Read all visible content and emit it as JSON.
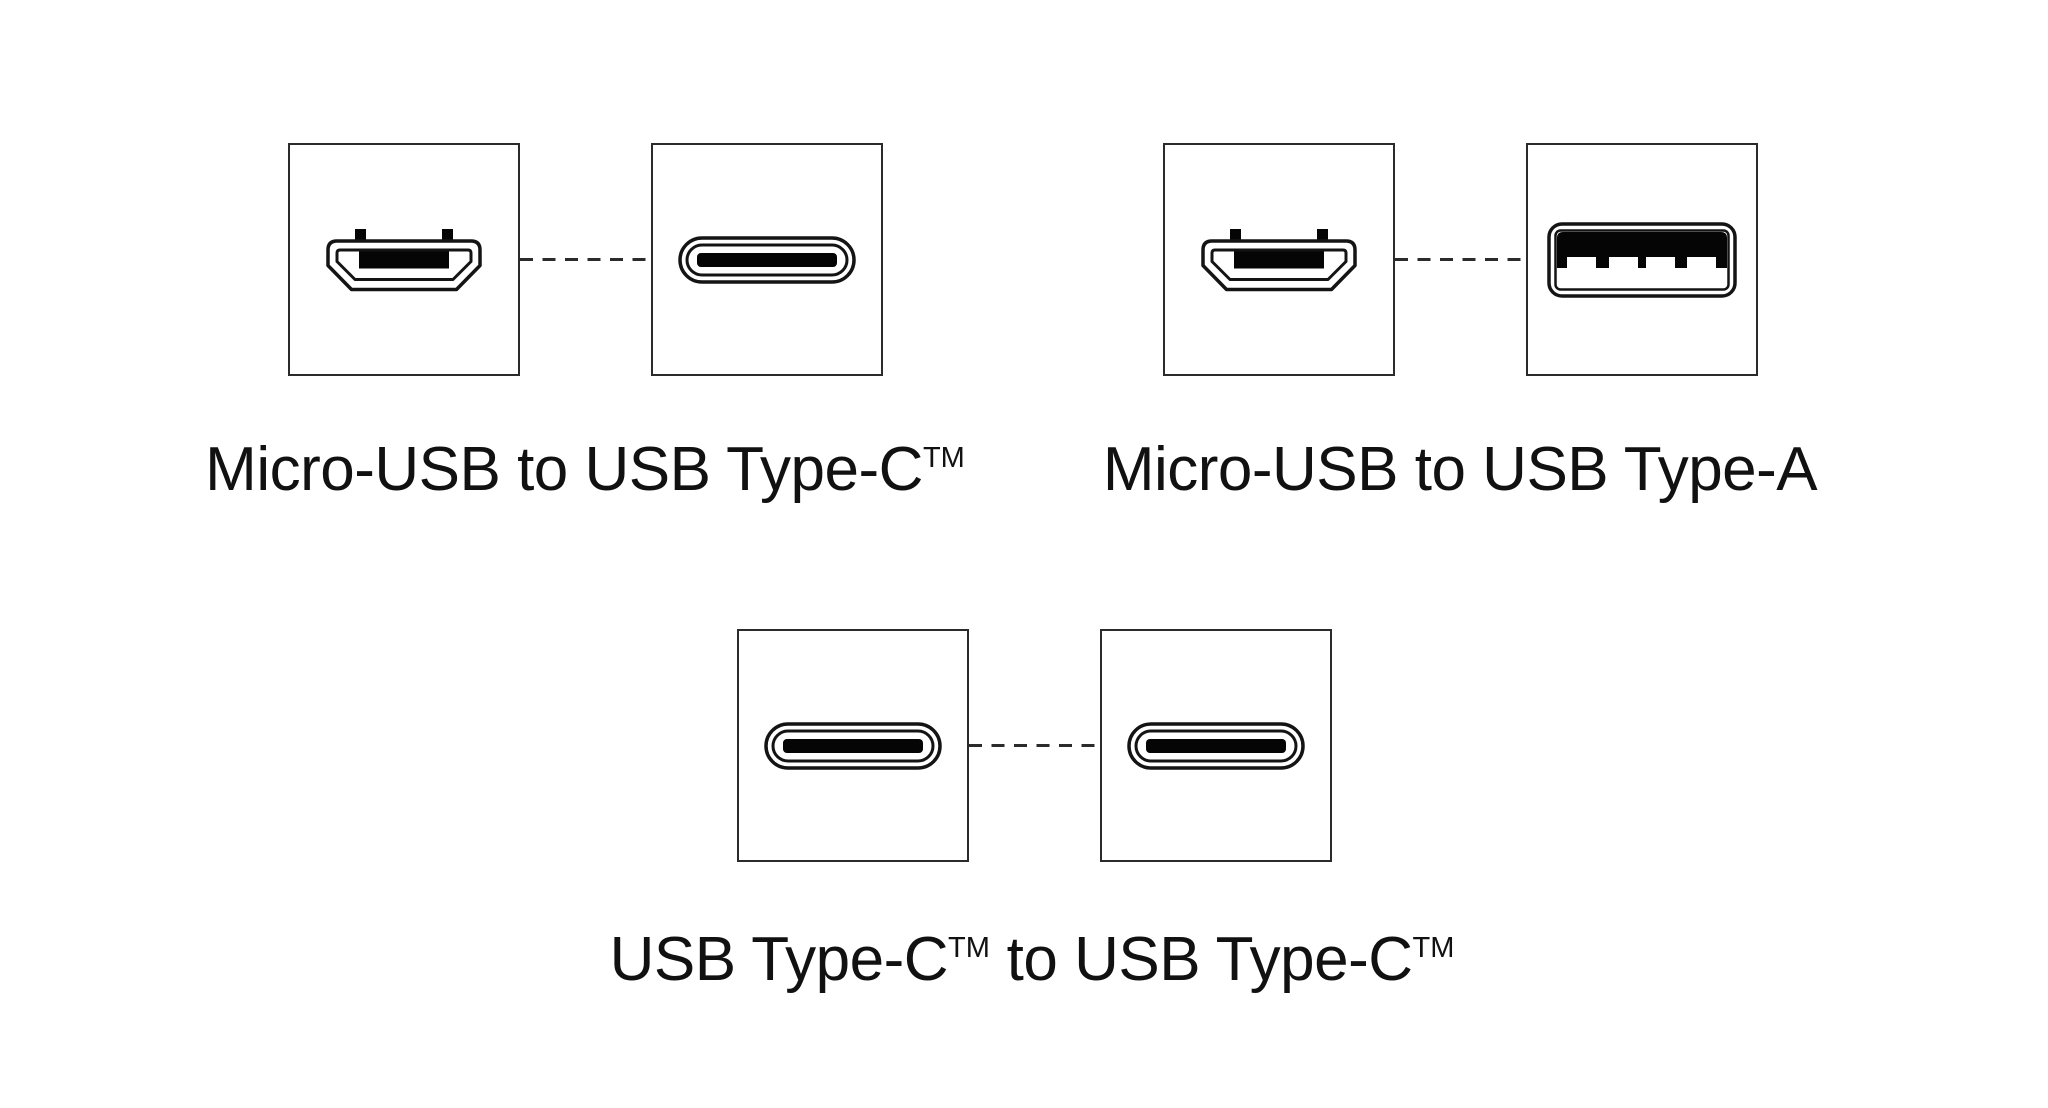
{
  "diagram": {
    "description": "USB cable connector type pairs",
    "colors": {
      "background": "#ffffff",
      "box_border": "#2b2b2b",
      "icon_stroke": "#141414",
      "icon_fill": "#050505",
      "dashed_line": "#2b2b2b",
      "text": "#111111"
    },
    "pairs": [
      {
        "id": "micro-usb-to-usb-type-c",
        "left_connector": "micro-usb",
        "right_connector": "usb-type-c",
        "label": {
          "text": "Micro-USB to USB Type-C",
          "trademark": "TM"
        }
      },
      {
        "id": "micro-usb-to-usb-type-a",
        "left_connector": "micro-usb",
        "right_connector": "usb-type-a",
        "label": {
          "text": "Micro-USB to USB Type-A"
        }
      },
      {
        "id": "usb-type-c-to-usb-type-c",
        "left_connector": "usb-type-c",
        "right_connector": "usb-type-c",
        "label": {
          "text1": "USB Type-C",
          "trademark1": "TM",
          "text2": " to USB Type-C",
          "trademark2": "TM"
        }
      }
    ]
  }
}
